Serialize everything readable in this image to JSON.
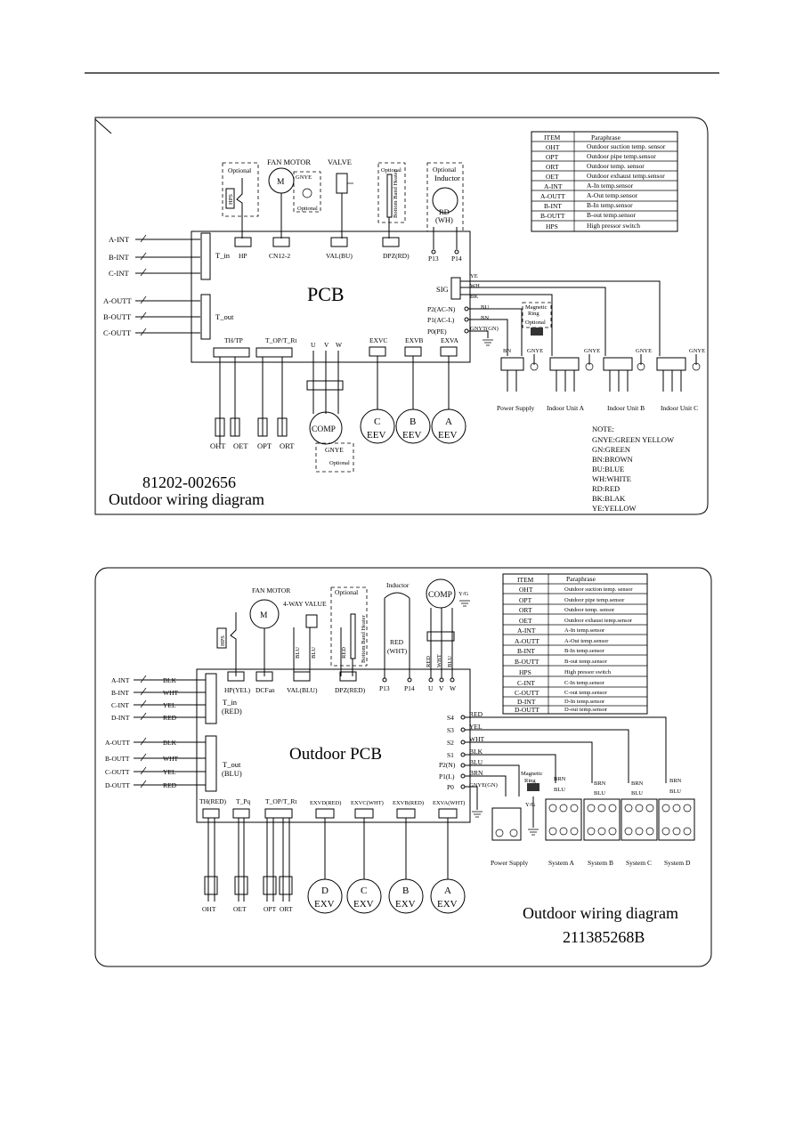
{
  "d1": {
    "pcb": "PCB",
    "code": "81202-002656",
    "title": "Outdoor wiring diagram",
    "optional": "Optional",
    "hps": "HPS",
    "fan_motor": "FAN MOTOR",
    "motor_m": "M",
    "gnye": "GNYE",
    "valve": "VALVE",
    "heater": "Bottom Band Heater",
    "inductor": "Inductor",
    "rd": "RD",
    "wh_paren": "(WH)",
    "hp": "HP",
    "cn": "CN12-2",
    "val": "VAL(BU)",
    "dpz": "DPZ(RD)",
    "p13": "P13",
    "p14": "P14",
    "left_sensors": [
      "A-INT",
      "B-INT",
      "C-INT",
      "A-OUTT",
      "B-OUTT",
      "C-OUTT"
    ],
    "t_in": "T_in",
    "t_out": "T_out",
    "sig": "SIG",
    "p2": "P2(AC-N)",
    "p1": "P1(AC-L)",
    "p0": "P0(PE)",
    "gnyt": "GNYT(GN)",
    "ye": "YE",
    "wh": "WH",
    "bk": "BK",
    "bu": "BU",
    "bn": "BN",
    "mag": "Magnetic",
    "ring": "Ring",
    "bottom_conn": [
      "TH/TP",
      "T_OP/T_Rt"
    ],
    "uvw": [
      "U",
      "V",
      "W"
    ],
    "exv": [
      "EXVC",
      "EXVB",
      "EXVA"
    ],
    "comp": "COMP",
    "eev": [
      "C",
      "B",
      "A"
    ],
    "eev_label": "EEV",
    "sensor_names": [
      "OHT",
      "OET",
      "OPT",
      "ORT"
    ],
    "units": [
      "Power Supply",
      "Indoor Unit A",
      "Indoor Unit B",
      "Indoor Unit C"
    ],
    "note_title": "NOTE:",
    "notes": [
      "GNYE:GREEN YELLOW",
      "GN:GREEN",
      "BN:BROWN",
      "BU:BLUE",
      "WH:WHITE",
      "RD:RED",
      "BK:BLAK",
      "YE:YELLOW"
    ],
    "table": [
      [
        "ITEM",
        "Paraphrase"
      ],
      [
        "OHT",
        "Outdoor suction temp. sensor"
      ],
      [
        "OPT",
        "Outdoor pipe temp.sensor"
      ],
      [
        "ORT",
        "Outdoor temp. sensor"
      ],
      [
        "OET",
        "Outdoor exhaust temp.sensor"
      ],
      [
        "A-INT",
        "A-In temp.sensor"
      ],
      [
        "A-OUTT",
        "A-Out temp.sensor"
      ],
      [
        "B-INT",
        "B-In temp.sensor"
      ],
      [
        "B-OUTT",
        "B-out temp.sensor"
      ],
      [
        "HPS",
        "High pressor switch"
      ]
    ]
  },
  "d2": {
    "pcb": "Outdoor PCB",
    "title": "Outdoor wiring diagram",
    "code": "211385268B",
    "hps": "HPS",
    "fan_motor": "FAN MOTOR",
    "motor_m": "M",
    "four_way": "4-WAY VALUE",
    "optional": "Optional",
    "heater": "Bottom Band Heater",
    "inductor": "Inductor",
    "comp": "COMP",
    "yg": "Y/G",
    "blu": "BLU",
    "red": "RED",
    "red_wht": [
      "RED",
      "(WHT)"
    ],
    "hp": "HP(YEL)",
    "dcfan": "DCFan",
    "val": "VAL(BLU)",
    "dpz": "DPZ(RED)",
    "p13": "P13",
    "p14": "P14",
    "uvw": [
      "U",
      "V",
      "W"
    ],
    "comp_wires": [
      "RED",
      "WHT",
      "BLU"
    ],
    "left_in": [
      [
        "A-INT",
        "BLK"
      ],
      [
        "B-INT",
        "WHT"
      ],
      [
        "C-INT",
        "YEL"
      ],
      [
        "D-INT",
        "RED"
      ]
    ],
    "left_out": [
      [
        "A-OUTT",
        "BLK"
      ],
      [
        "B-OUTT",
        "WHT"
      ],
      [
        "C-OUTT",
        "YEL"
      ],
      [
        "D-OUTT",
        "RED"
      ]
    ],
    "t_in": "T_in",
    "t_in_c": "(RED)",
    "t_out": "T_out",
    "t_out_c": "(BLU)",
    "sig": [
      [
        "S4",
        "RED"
      ],
      [
        "S3",
        "YEL"
      ],
      [
        "S2",
        "WHT"
      ],
      [
        "S1",
        "BLK"
      ],
      [
        "P2(N)",
        "BLU"
      ],
      [
        "P1(L)",
        "BRN"
      ],
      [
        "P0",
        "GNYE(GN)"
      ]
    ],
    "mag": "Magnetic",
    "ring": "Ring",
    "brn": "BRN",
    "bottom_conn": [
      "TH(RED)",
      "T_Pq",
      "T_OP/T_Rt"
    ],
    "exv": [
      "EXVD(RED)",
      "EXVC(WHT)",
      "EXVB(RED)",
      "EXVA(WHT)"
    ],
    "exv_letters": [
      "D",
      "C",
      "B",
      "A"
    ],
    "exv_label": "EXV",
    "sensor_names": [
      "OHT",
      "OET",
      "OPT",
      "ORT"
    ],
    "units": [
      "Power Supply",
      "System A",
      "System B",
      "System C",
      "System D"
    ],
    "table": [
      [
        "ITEM",
        "Paraphrase"
      ],
      [
        "OHT",
        "Outdoor suction temp. sensor"
      ],
      [
        "OPT",
        "Outdoor pipe temp.sensor"
      ],
      [
        "ORT",
        "Outdoor temp. sensor"
      ],
      [
        "OET",
        "Outdoor exhaust temp.sensor"
      ],
      [
        "A-INT",
        "A-In temp.sensor"
      ],
      [
        "A-OUTT",
        "A-Out temp.sensor"
      ],
      [
        "B-INT",
        "B-In temp.sensor"
      ],
      [
        "B-OUTT",
        "B-out temp.sensor"
      ],
      [
        "HPS",
        "High pressor switch"
      ],
      [
        "C-INT",
        "C-In temp.sensor"
      ],
      [
        "C-OUTT",
        "C-out temp.sensor"
      ],
      [
        "D-INT",
        "D-In temp.sensor"
      ],
      [
        "D-OUTT",
        "D-out temp.sensor"
      ]
    ]
  }
}
